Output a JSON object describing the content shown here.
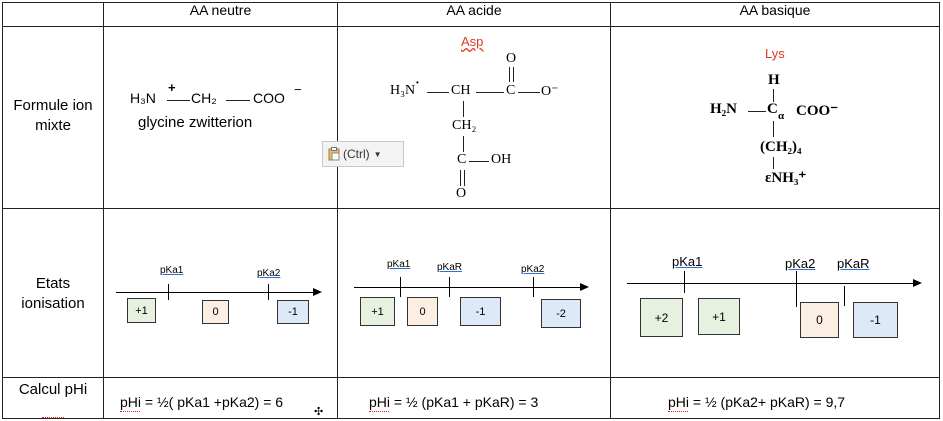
{
  "headers": {
    "row_label": "",
    "neutral": "AA neutre",
    "acid": "AA acide",
    "basic": "AA basique"
  },
  "row_labels": {
    "formula": "Formule ion mixte",
    "states": "Etats ionisation",
    "calc": "Calcul pHi"
  },
  "neutral": {
    "formula": {
      "h3n": "H₃N",
      "plus": "+",
      "ch2": "CH₂",
      "coo": "COO",
      "minus": "−",
      "name": "glycine zwitterion"
    },
    "pka": [
      "pKa1",
      "pKa2"
    ],
    "charges": [
      "+1",
      "0",
      "-1"
    ],
    "phi": "pHi = ½( pKa1 +pKa2) = 6"
  },
  "acid": {
    "name": "Asp",
    "formula": {
      "h3n": "H₃N",
      "ch": "CH",
      "c1": "C",
      "o_minus": "O⁻",
      "o_top": "O",
      "ch2": "CH₂",
      "c2": "C",
      "oh": "OH",
      "o_bottom": "O"
    },
    "pka": [
      "pKa1",
      "pKaR",
      "pKa2"
    ],
    "charges": [
      "+1",
      "0",
      "-1",
      "-2"
    ],
    "phi": "pHi = ½ (pKa1 + pKaR) = 3"
  },
  "basic": {
    "name": "Lys",
    "formula": {
      "h": "H",
      "h2n": "H₂N",
      "c_alpha": "C",
      "alpha": "α",
      "coo": "COO⁻",
      "ch2n": "(CH₂)₄",
      "enh3": "εNH₃⁺"
    },
    "pka": [
      "pKa1",
      "pKa2",
      "pKaR"
    ],
    "charges": [
      "+2",
      "+1",
      "0",
      "-1"
    ],
    "phi": "pHi = ½ (pKa2+ pKaR) = 9,7"
  },
  "paste_popup": {
    "label": "(Ctrl)",
    "icon": "clipboard-icon"
  },
  "colors": {
    "charge_pos": "#e6f2df",
    "charge_zero": "#fbefe4",
    "charge_neg": "#dde9f6",
    "amino_name": "#e03a1e",
    "grid": "#222222"
  }
}
